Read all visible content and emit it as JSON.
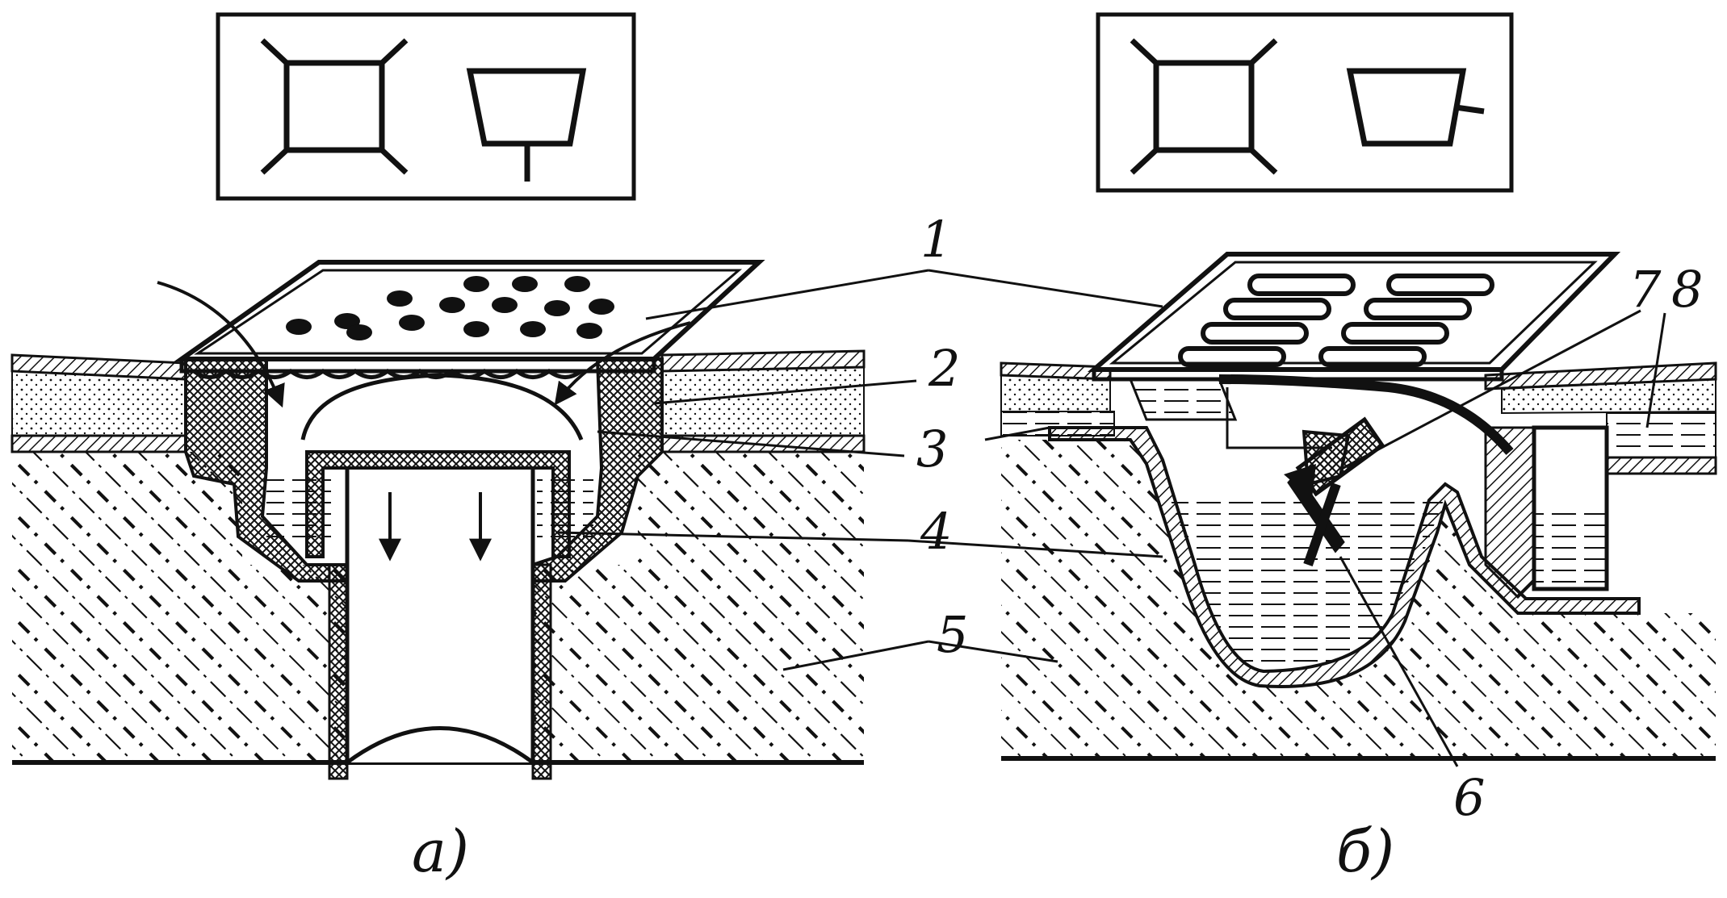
{
  "labels": {
    "n1": "1",
    "n2": "2",
    "n3": "3",
    "n4": "4",
    "n5": "5",
    "n6": "6",
    "n7": "7",
    "n8": "8",
    "caption_a": "а)",
    "caption_b": "б)"
  },
  "colors": {
    "ink": "#111111",
    "paper": "#ffffff"
  }
}
